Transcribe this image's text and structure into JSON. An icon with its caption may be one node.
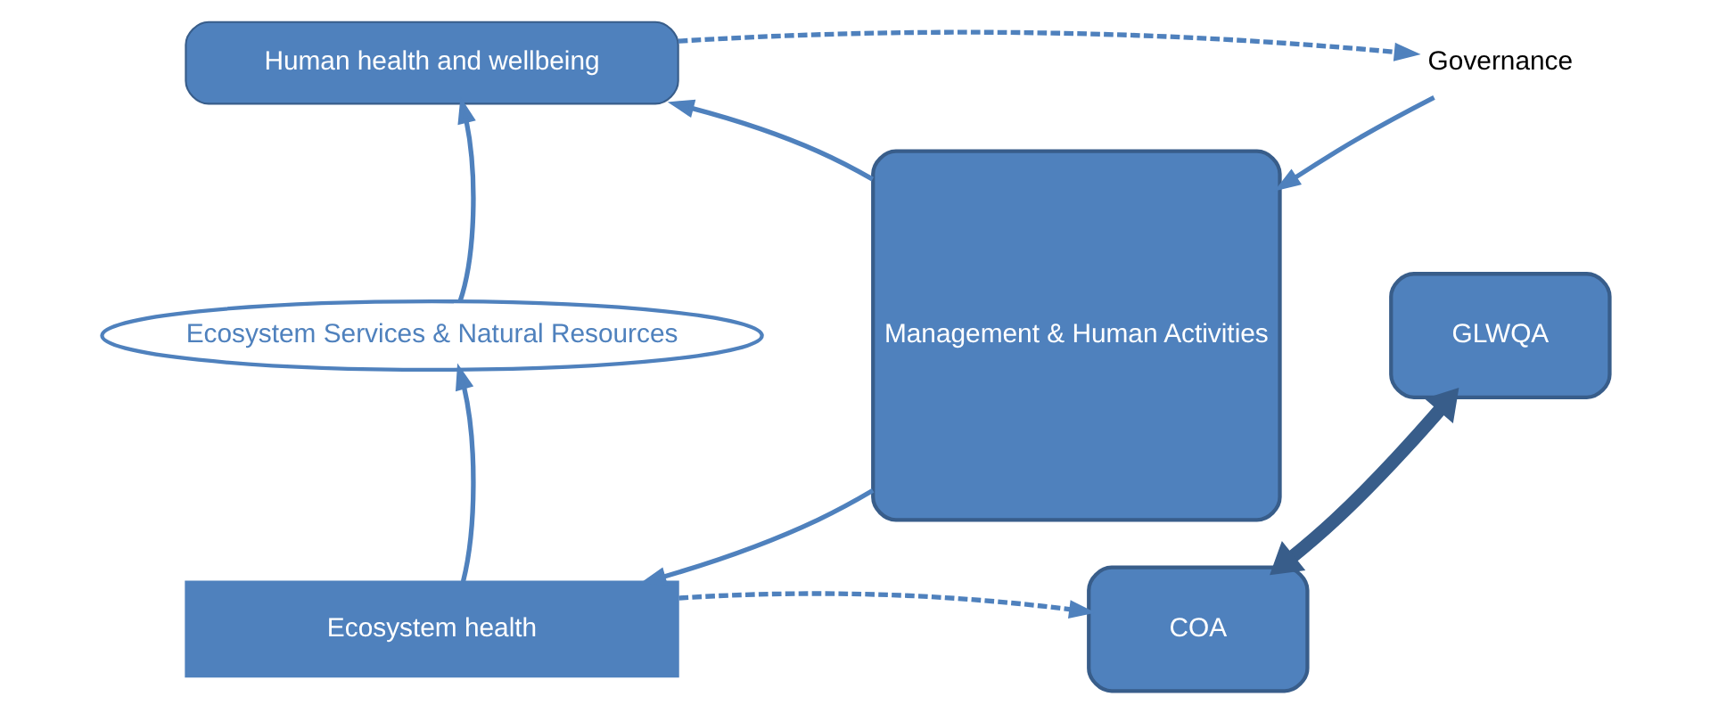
{
  "diagram": {
    "nodes": [
      {
        "text": [
          "Human health and wellbeing"
        ]
      },
      {
        "text": [
          "Ecosystem Services & Natural Resources"
        ]
      },
      {
        "text": [
          "Ecosystem health"
        ]
      },
      {
        "text": [
          "Management & Human Activities"
        ]
      },
      {
        "text": [
          "Governance"
        ]
      },
      {
        "text": [
          "GLWQA"
        ]
      },
      {
        "text": [
          "COA"
        ]
      }
    ],
    "edges": [
      {
        "from": 2,
        "to": 1,
        "arrow": "to"
      },
      {
        "from": 1,
        "to": 0,
        "arrow": "to"
      },
      {
        "from": 3,
        "to": 0,
        "arrow": "to"
      },
      {
        "from": 3,
        "to": 2,
        "arrow": "to"
      },
      {
        "from": 4,
        "to": 3,
        "arrow": "to"
      },
      {
        "from": 5,
        "to": 6,
        "arrow": "both",
        "style": "thick",
        "color": "#385d8a"
      },
      {
        "from": 0,
        "to": 4,
        "arrow": "to",
        "style": "dashed"
      },
      {
        "from": 2,
        "to": 6,
        "arrow": "to",
        "style": "dashed"
      }
    ]
  }
}
